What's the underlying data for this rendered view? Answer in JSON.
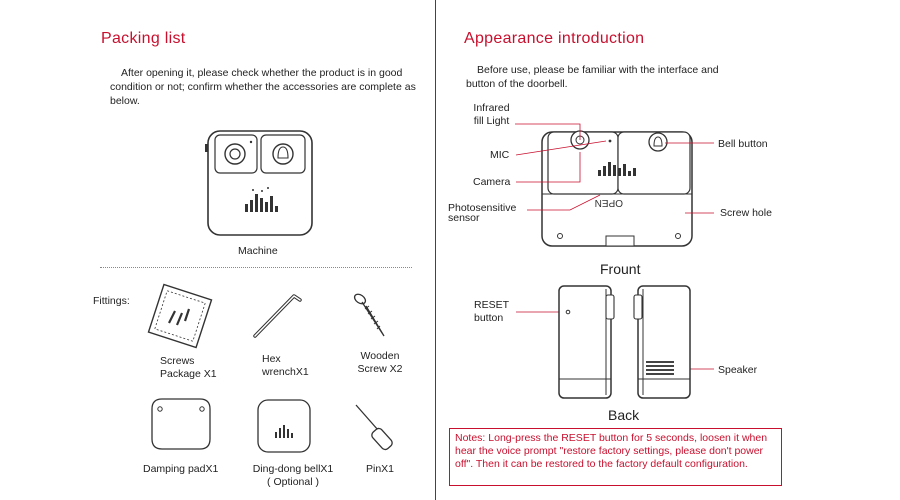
{
  "left": {
    "title": "Packing list",
    "intro": "After opening it, please check whether the product is in good condition or not; confirm whether the accessories are complete as below.",
    "machine_label": "Machine",
    "fittings_label": "Fittings:",
    "items": [
      {
        "line1": "Screws",
        "line2": "Package X1"
      },
      {
        "line1": "Hex",
        "line2": "wrenchX1"
      },
      {
        "line1": "Wooden",
        "line2": "Screw X2"
      },
      {
        "line1": "Damping padX1",
        "line2": ""
      },
      {
        "line1": "Ding-dong bellX1",
        "line2": "( Optional )"
      },
      {
        "line1": "PinX1",
        "line2": ""
      }
    ]
  },
  "right": {
    "title": "Appearance introduction",
    "intro": "Before use, please be familiar with the interface and button of the doorbell.",
    "labels": {
      "infrared_1": "Infrared",
      "infrared_2": "fill Light",
      "mic": "MIC",
      "camera": "Camera",
      "photo_1": "Photosensitive",
      "photo_2": "sensor",
      "bell_button": "Bell button",
      "screw_hole": "Screw hole",
      "reset_1": "RESET",
      "reset_2": "button",
      "speaker": "Speaker"
    },
    "front_caption": "Frount",
    "back_caption": "Back",
    "device_text": "OPEN",
    "notes": "Notes: Long-press the RESET button for 5 seconds, loosen it when hear the voice prompt \"restore factory settings, please don't power off\". Then it can be restored to the factory default configuration."
  },
  "colors": {
    "accent": "#c8102e"
  }
}
